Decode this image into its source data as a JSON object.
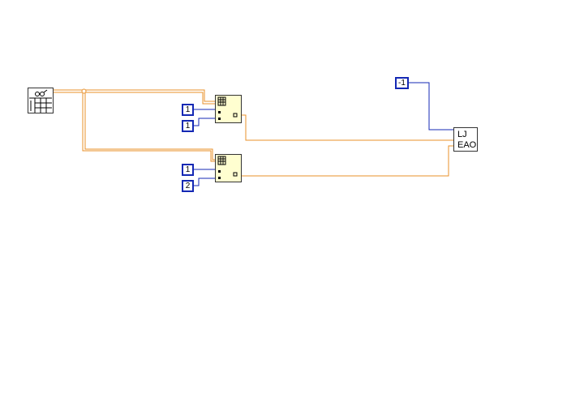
{
  "constants": {
    "node1_row": "1",
    "node1_col": "1",
    "node2_row": "1",
    "node2_col": "2",
    "channel": "-1"
  },
  "subvi": {
    "line1": "LJ",
    "line2": "EAO"
  },
  "colors": {
    "cluster_wire": "#e8902a",
    "numeric_wire": "#1428b4",
    "node_bg": "#fffed0"
  }
}
